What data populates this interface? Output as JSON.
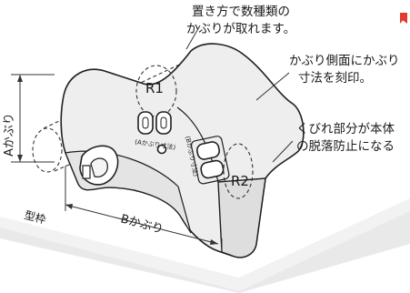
{
  "notes": {
    "placement": [
      "置き方で数種類の",
      "かぶりが取れます。"
    ],
    "engraving": [
      "かぶり側面にかぶり",
      "寸法を刻印。"
    ],
    "waist": [
      "くびれ部分が本体",
      "の脱落防止になる"
    ]
  },
  "labels": {
    "r1": "R1",
    "r2": "R2",
    "a_cover": "Aかぶり",
    "b_cover": "Bかぶり",
    "formwork": "型枠",
    "engrave_a": "(Aかぶり寸法)",
    "engrave_b": "(Bかぶり寸法)"
  },
  "colors": {
    "body_fill": "#eeeeee",
    "outline": "#1f1f1f",
    "floor": "#e9e9e9",
    "accent": "#e23a2e"
  }
}
